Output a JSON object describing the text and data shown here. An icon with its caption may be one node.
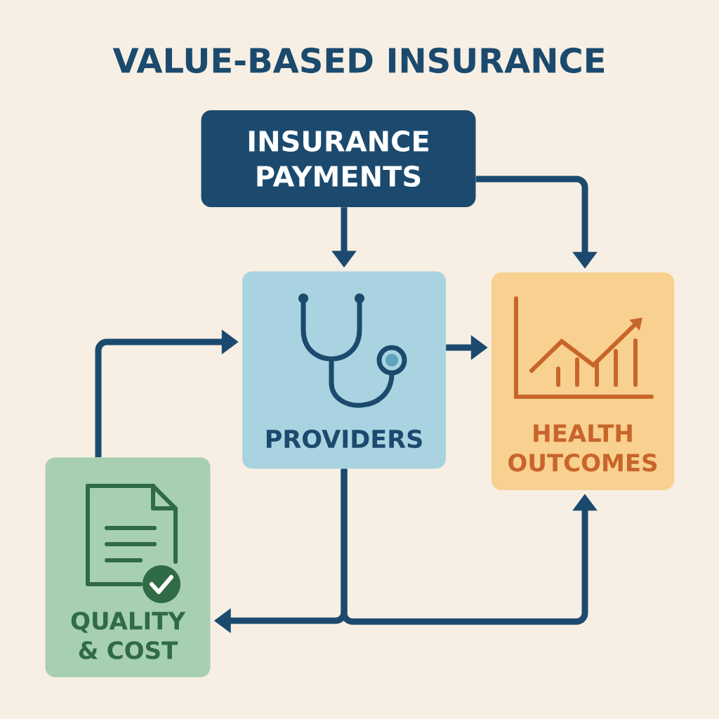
{
  "diagram": {
    "title": "VALUE-BASED INSURANCE",
    "nodes": [
      {
        "text": [
          "INSURANCE PAYMENTS"
        ]
      },
      {
        "text": [
          "PROVIDERS"
        ]
      },
      {
        "text": [
          "HEALTH OUTCOMES"
        ]
      },
      {
        "text": [
          "QUALITY & COST"
        ]
      }
    ],
    "edges": [
      {
        "from": 0,
        "to": 1,
        "arrow": "to"
      },
      {
        "from": 0,
        "to": 2,
        "arrow": "to"
      },
      {
        "from": 3,
        "to": 1,
        "arrow": "to"
      },
      {
        "from": 1,
        "to": 2,
        "arrow": "to"
      },
      {
        "from": 1,
        "to": 3,
        "arrow": "to"
      },
      {
        "from": 1,
        "to": 2,
        "arrow": "to"
      }
    ]
  }
}
